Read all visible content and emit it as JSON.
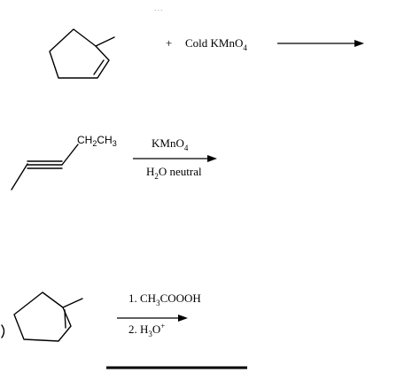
{
  "header": {
    "ellipsis": "..."
  },
  "reaction1": {
    "plus": "+",
    "reagent_prefix": "Cold KMnO",
    "reagent_subscript": "4"
  },
  "reaction2": {
    "substituent_prefix": "CH",
    "substituent_sub1": "2",
    "substituent_mid": "CH",
    "substituent_sub2": "3",
    "reagent_prefix": "KMnO",
    "reagent_subscript": "4",
    "condition_prefix": "H",
    "condition_subscript": "2",
    "condition_suffix": "O neutral"
  },
  "reaction3": {
    "step1_prefix": "1. CH",
    "step1_subscript": "3",
    "step1_suffix": "COOOH",
    "step2_prefix": "2. H",
    "step2_subscript": "3",
    "step2_mid": "O",
    "step2_superscript": "+"
  },
  "colors": {
    "ink": "#000000",
    "background": "#ffffff",
    "dots": "#9a9a9a"
  }
}
